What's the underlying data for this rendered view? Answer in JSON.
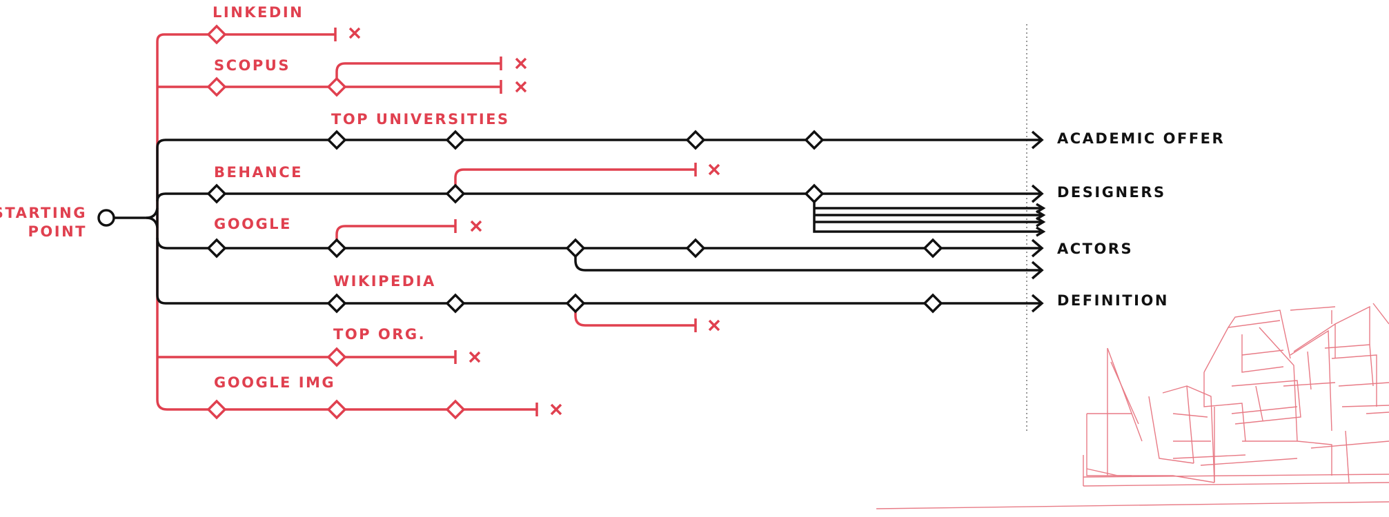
{
  "start_label": [
    "STARTING",
    "POINT"
  ],
  "sources": [
    {
      "label": "LINKEDIN",
      "color": "#e0404f"
    },
    {
      "label": "SCOPUS",
      "color": "#e0404f"
    },
    {
      "label": "TOP UNIVERSITIES",
      "color": "#e0404f"
    },
    {
      "label": "BEHANCE",
      "color": "#e0404f"
    },
    {
      "label": "GOOGLE",
      "color": "#e0404f"
    },
    {
      "label": "WIKIPEDIA",
      "color": "#e0404f"
    },
    {
      "label": "TOP ORG.",
      "color": "#e0404f"
    },
    {
      "label": "GOOGLE IMG",
      "color": "#e0404f"
    }
  ],
  "outcomes": [
    {
      "label": "ACADEMIC OFFER"
    },
    {
      "label": "DESIGNERS"
    },
    {
      "label": "ACTORS"
    },
    {
      "label": "DEFINITION"
    }
  ],
  "colors": {
    "dead_end": "#e0404f",
    "success": "#111111",
    "background": "#ffffff"
  }
}
